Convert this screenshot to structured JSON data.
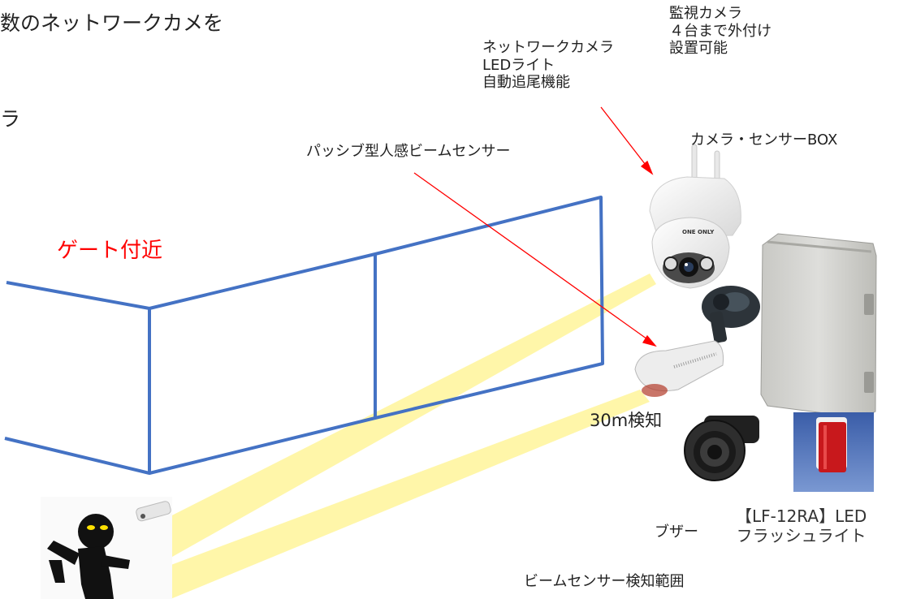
{
  "labels": {
    "top_left_text": "数のネットワークカメを",
    "left_fragment": "ラ",
    "surveillance_camera": "監視カメラ\n４台まで外付け\n設置可能",
    "network_camera": "ネットワークカメラ\nLEDライト\n自動追尾機能",
    "camera_box": "カメラ・センサーBOX",
    "beam_sensor": "パッシブ型人感ビームセンサー",
    "gate_area": "ゲート付近",
    "detection_30m": "30m検知",
    "buzzer": "ブザー",
    "flash_light": "【LF-12RA】LED\nフラッシュライト",
    "beam_range": "ビームセンサー検知範囲",
    "camera_logo": "ONE ONLY"
  },
  "colors": {
    "fence": "#4472c4",
    "gate_text": "#ff0000",
    "arrow": "#ff0000",
    "beam": "#fff59a"
  }
}
